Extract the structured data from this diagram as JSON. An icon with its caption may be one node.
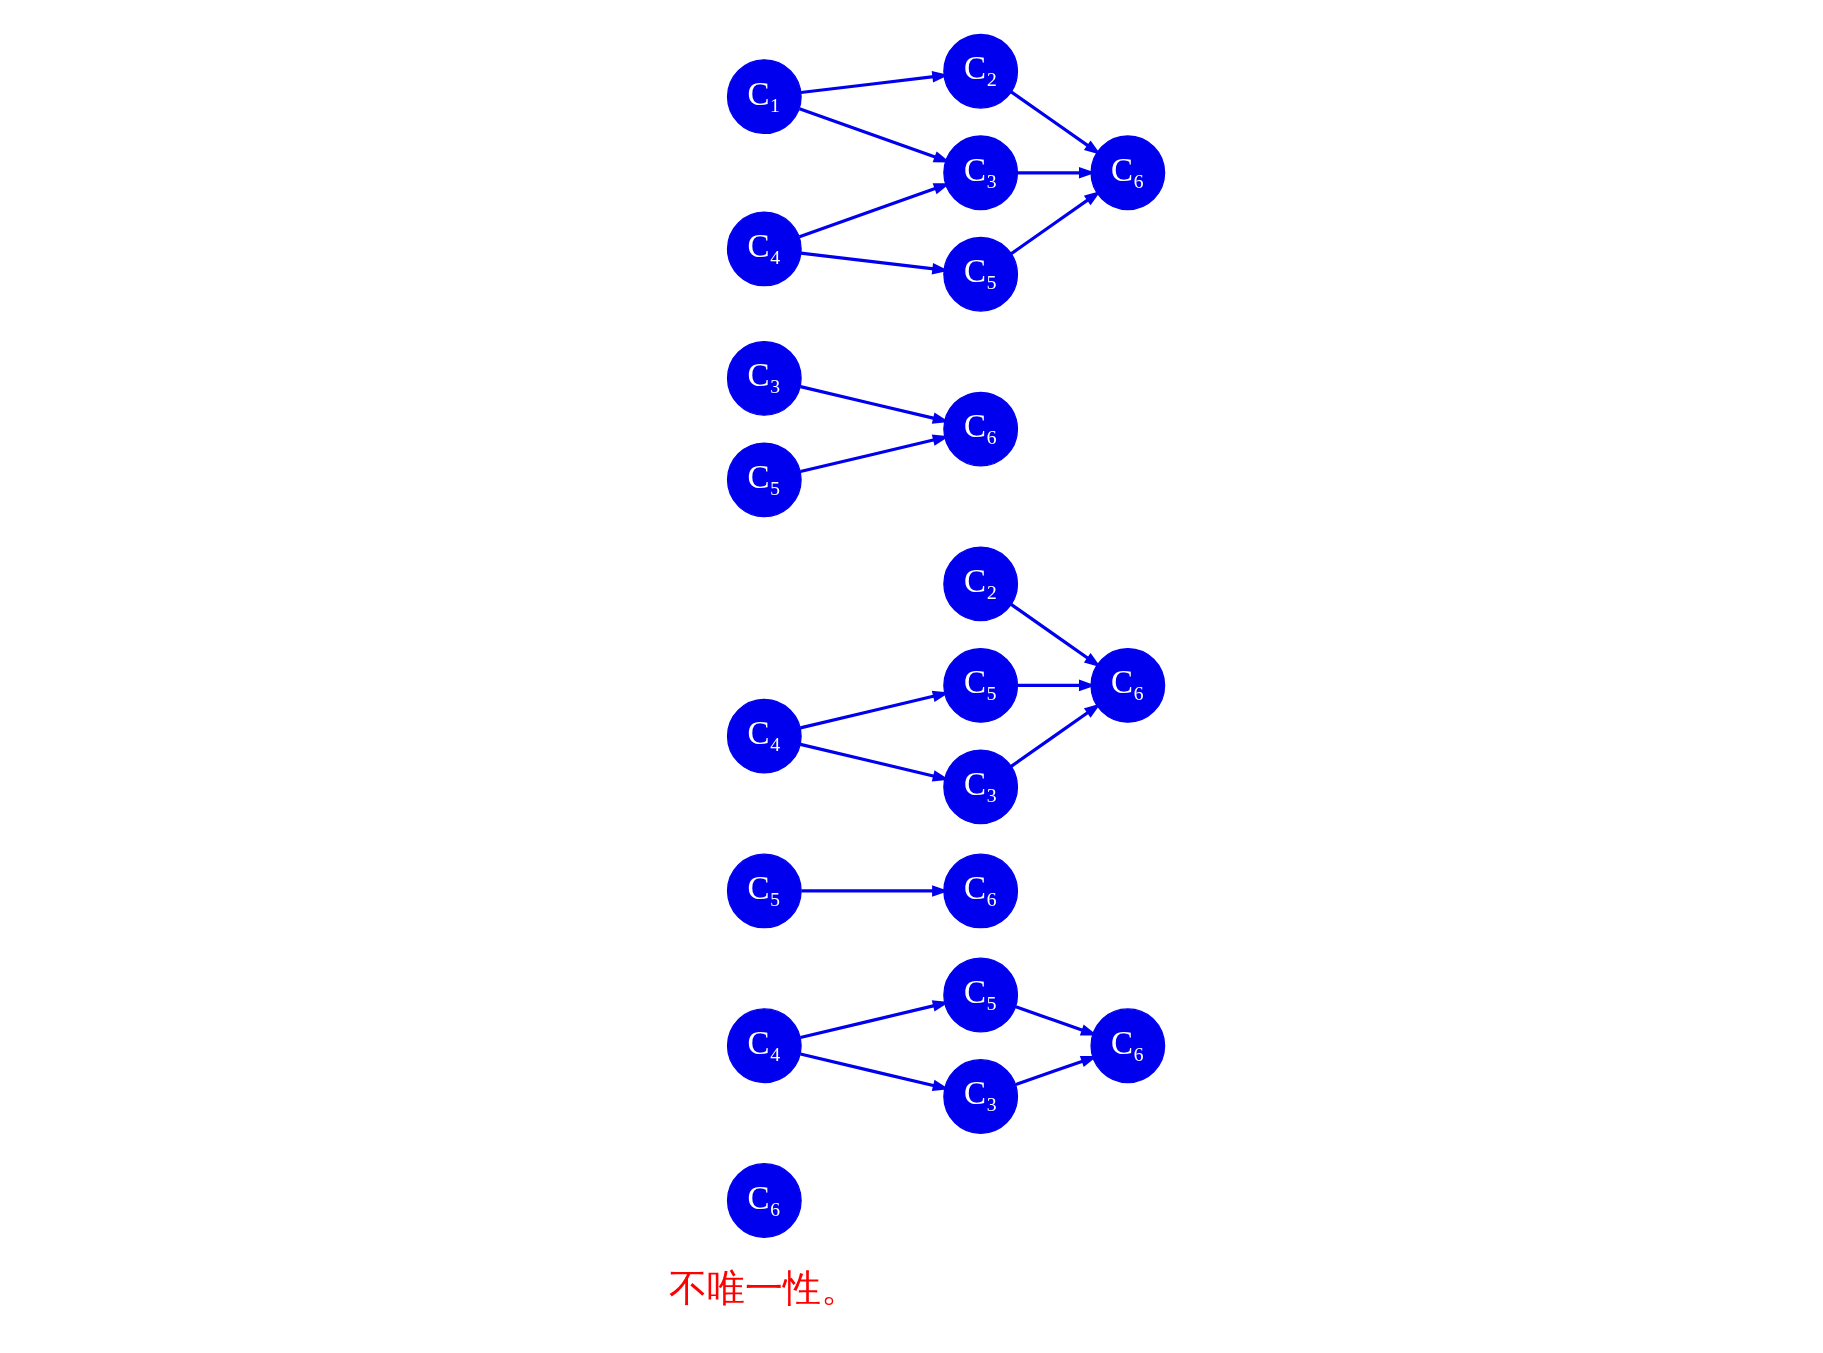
{
  "diagram": {
    "nodes": [
      {
        "text": [
          "C₁"
        ]
      },
      {
        "text": [
          "C₂"
        ]
      },
      {
        "text": [
          "C₃"
        ]
      },
      {
        "text": [
          "C₄"
        ]
      },
      {
        "text": [
          "C₅"
        ]
      },
      {
        "text": [
          "C₆"
        ]
      },
      {
        "text": [
          "C₃"
        ]
      },
      {
        "text": [
          "C₆"
        ]
      },
      {
        "text": [
          "C₅"
        ]
      },
      {
        "text": [
          "C₂"
        ]
      },
      {
        "text": [
          "C₃"
        ]
      },
      {
        "text": [
          "C₆"
        ]
      },
      {
        "text": [
          "C₄"
        ]
      },
      {
        "text": [
          "C₅"
        ]
      },
      {
        "text": [
          "C₆"
        ]
      },
      {
        "text": [
          "C₅"
        ]
      },
      {
        "text": [
          "C₃"
        ]
      },
      {
        "text": [
          "C₆"
        ]
      },
      {
        "text": [
          "C₄"
        ]
      },
      {
        "text": [
          "C₅"
        ]
      },
      {
        "text": [
          "C₆"
        ]
      }
    ],
    "edges": [
      {
        "from": 0,
        "to": 1,
        "arrow": "to"
      },
      {
        "from": 0,
        "to": 2,
        "arrow": "to"
      },
      {
        "from": 1,
        "to": 5,
        "arrow": "to"
      },
      {
        "from": 2,
        "to": 5,
        "arrow": "to"
      },
      {
        "from": 3,
        "to": 2,
        "arrow": "to"
      },
      {
        "from": 3,
        "to": 4,
        "arrow": "to"
      },
      {
        "from": 4,
        "to": 5,
        "arrow": "to"
      },
      {
        "from": 6,
        "to": 7,
        "arrow": "to"
      },
      {
        "from": 8,
        "to": 7,
        "arrow": "to"
      },
      {
        "from": 9,
        "to": 11,
        "arrow": "to"
      },
      {
        "from": 10,
        "to": 11,
        "arrow": "to"
      },
      {
        "from": 12,
        "to": 10,
        "arrow": "to"
      },
      {
        "from": 12,
        "to": 13,
        "arrow": "to"
      },
      {
        "from": 13,
        "to": 11,
        "arrow": "to"
      },
      {
        "from": 15,
        "to": 14,
        "arrow": "to"
      },
      {
        "from": 18,
        "to": 16,
        "arrow": "to"
      },
      {
        "from": 18,
        "to": 19,
        "arrow": "to"
      },
      {
        "from": 16,
        "to": 17,
        "arrow": "to"
      },
      {
        "from": 19,
        "to": 17,
        "arrow": "to"
      }
    ],
    "labels": [
      "不唯一性。"
    ]
  }
}
